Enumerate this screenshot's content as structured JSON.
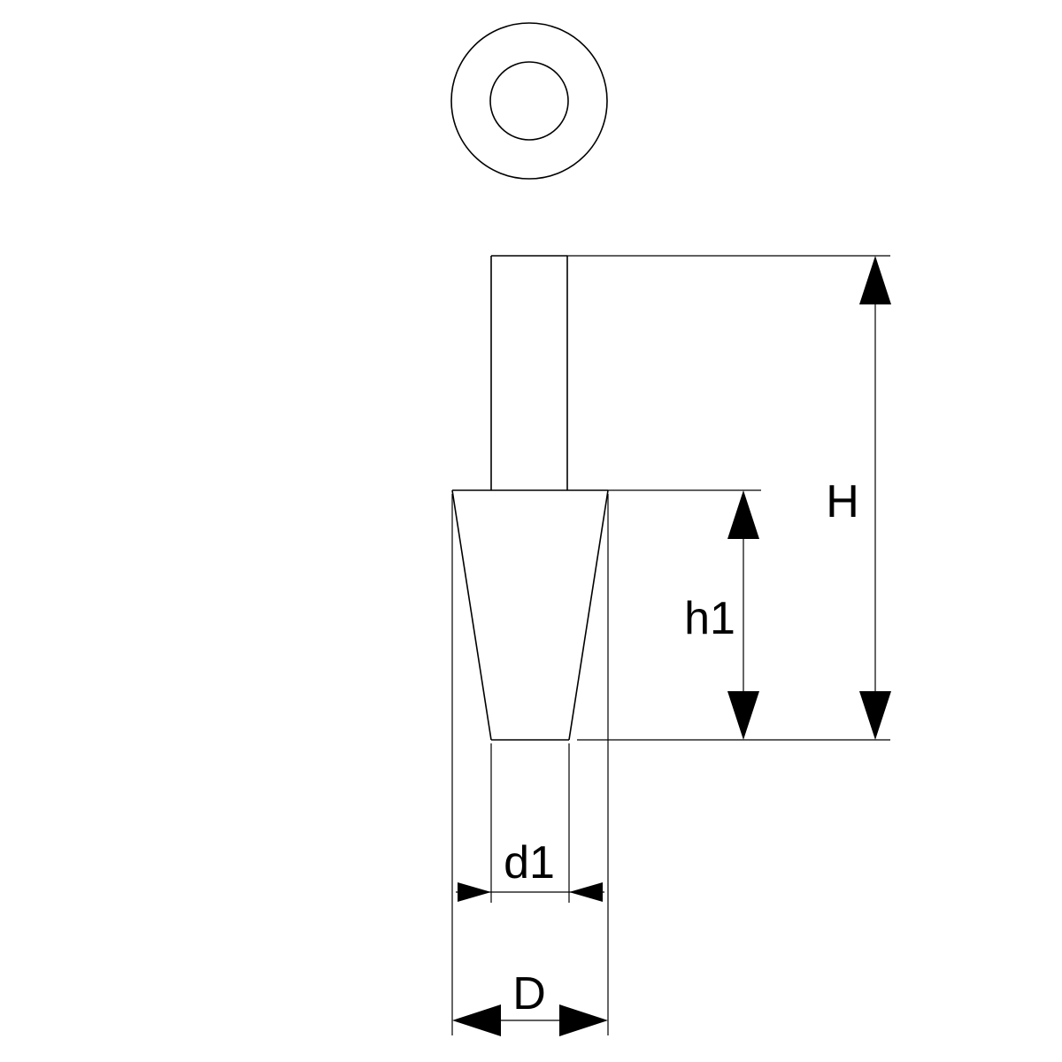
{
  "diagram": {
    "labels": {
      "H": "H",
      "h1": "h1",
      "d1": "d1",
      "D": "D"
    },
    "colors": {
      "stroke": "#000000",
      "background": "#ffffff"
    }
  }
}
